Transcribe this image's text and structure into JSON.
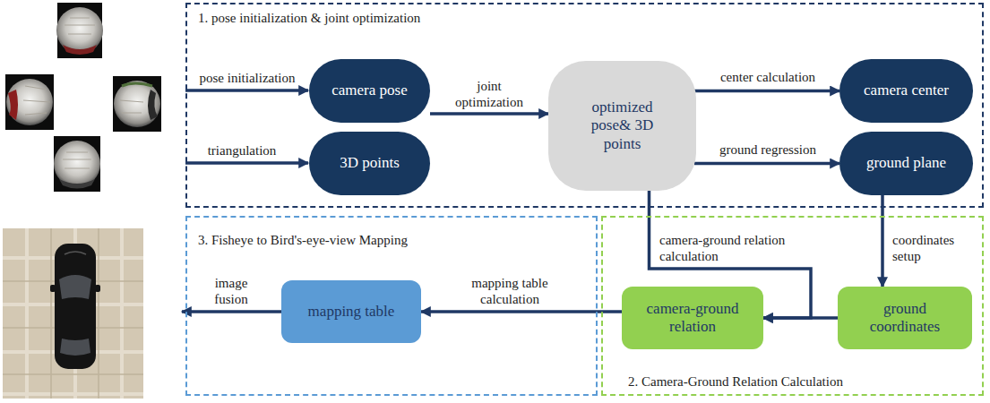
{
  "diagram": {
    "nodes": [
      {
        "text": [
          "1. pose initialization & joint optimization"
        ]
      },
      {
        "text": [
          "camera pose"
        ],
        "in": 0
      },
      {
        "text": [
          "3D points"
        ],
        "in": 0
      },
      {
        "text": [
          "optimized pose& 3D points"
        ],
        "in": 0
      },
      {
        "text": [
          "camera center"
        ],
        "in": 0
      },
      {
        "text": [
          "ground plane"
        ],
        "in": 0
      },
      {
        "text": [
          "3. Fisheye to Bird's-eye-view Mapping"
        ]
      },
      {
        "text": [
          "mapping table"
        ],
        "in": 6
      },
      {
        "text": [
          "2. Camera-Ground Relation Calculation"
        ]
      },
      {
        "text": [
          "camera-ground relation"
        ],
        "in": 8
      },
      {
        "text": [
          "ground coordinates"
        ],
        "in": 8
      }
    ],
    "edges": [
      {
        "from": 1,
        "to": 3,
        "arrow": "to",
        "label": "joint optimization"
      },
      {
        "from": 3,
        "to": 4,
        "arrow": "to",
        "label": "center calculation"
      },
      {
        "from": 3,
        "to": 5,
        "arrow": "to",
        "label": "ground regression"
      },
      {
        "from": 3,
        "to": 9,
        "arrow": "to",
        "label": "camera-ground relation calculation"
      },
      {
        "from": 5,
        "to": 10,
        "arrow": "to",
        "label": "coordinates setup"
      },
      {
        "from": 10,
        "to": 9,
        "arrow": "to"
      },
      {
        "from": 9,
        "to": 7,
        "arrow": "to",
        "label": "mapping table calculation"
      }
    ],
    "labels": [
      "pose initialization",
      "triangulation",
      "image fusion"
    ]
  }
}
